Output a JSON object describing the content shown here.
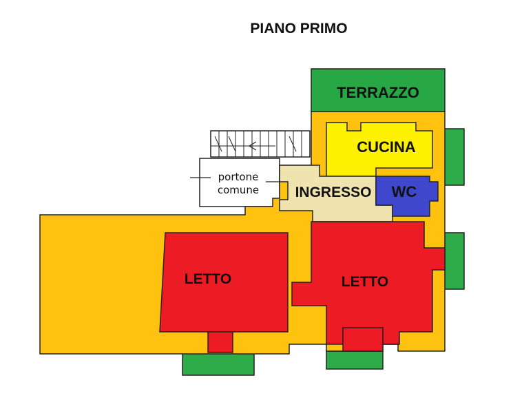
{
  "floor_title": "PIANO PRIMO",
  "rooms": {
    "terrace": "TERRAZZO",
    "kitchen": "CUCINA",
    "bathroom": "WC",
    "entrance": "INGRESSO",
    "bedroom_left": "LETTO",
    "bedroom_right": "LETTO",
    "common_entrance_line1": "portone",
    "common_entrance_line2": "comune"
  },
  "colors": {
    "terrace": "#28a745",
    "balcony": "#2eac4a",
    "hall": "#ffc20e",
    "kitchen": "#fff200",
    "bathroom": "#3f48cc",
    "entrance": "#efe4b0",
    "bedroom": "#ed1c24",
    "common_area": "#ffffff"
  }
}
